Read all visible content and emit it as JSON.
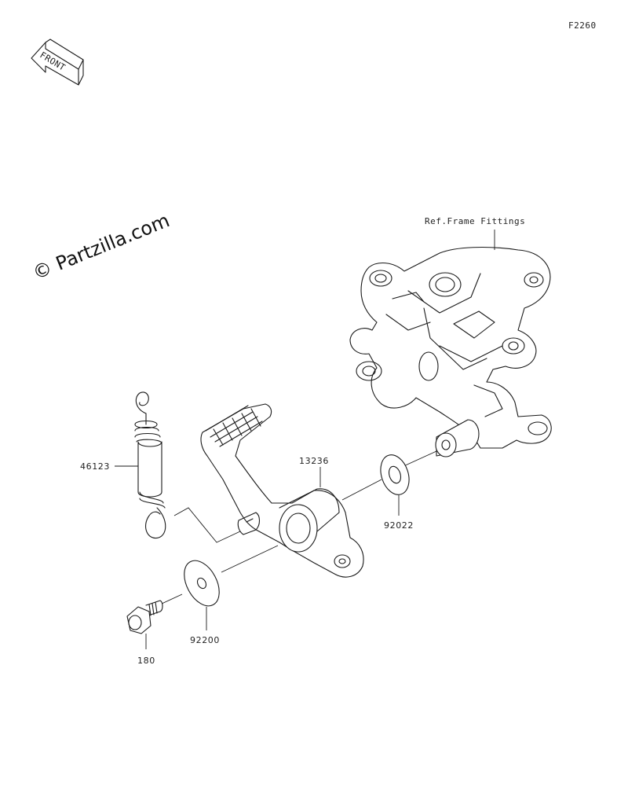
{
  "diagram": {
    "figure_code": "F2260",
    "front_tag": "FRONT",
    "watermark": "© Partzilla.com",
    "reference_label": "Ref.Frame Fittings"
  },
  "callouts": [
    {
      "id": "spring",
      "label": "46123"
    },
    {
      "id": "pedal",
      "label": "13236"
    },
    {
      "id": "washer-small",
      "label": "92022"
    },
    {
      "id": "washer-large",
      "label": "92200"
    },
    {
      "id": "bolt",
      "label": "180"
    }
  ]
}
